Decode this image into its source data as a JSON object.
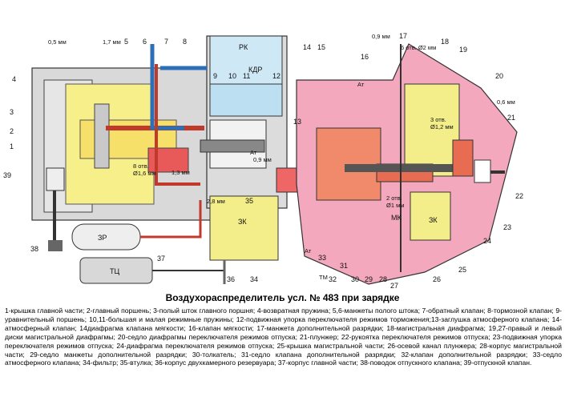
{
  "diagram": {
    "title": "Воздухораспределитель усл. № 483 при зарядке",
    "chamber_labels": {
      "pk": "РК",
      "kdr": "КДР",
      "zk_left": "ЗК",
      "zk_right": "ЗК",
      "mk": "МК",
      "zr": "ЗР",
      "tc": "ТЦ",
      "at_left": "Ат",
      "at_top": "Ат",
      "at_bottom": "Ат",
      "tm": "ТМ"
    },
    "dimension_labels": {
      "d_05mm": "0,5 мм",
      "d_17mm": "1,7 мм",
      "d_09mm_top": "0,9 мм",
      "d_09mm_left": "0,9 мм",
      "d_06mm": "0,6 мм",
      "d_13mm": "1,3 мм",
      "d_28mm": "2,8 мм",
      "holes_8_16": "8 отв.",
      "holes_8_16b": "Ø1,6 мм",
      "holes_6_2": "6 отв. Ø2 мм",
      "holes_3_12": "3 отв.",
      "holes_3_12b": "Ø1,2 мм",
      "holes_2_1": "2 отв.",
      "holes_2_1b": "Ø1 мм"
    },
    "callouts": [
      "1",
      "2",
      "3",
      "4",
      "5",
      "6",
      "7",
      "8",
      "9",
      "10",
      "11",
      "12",
      "13",
      "14",
      "15",
      "16",
      "17",
      "18",
      "19",
      "20",
      "21",
      "22",
      "23",
      "24",
      "25",
      "26",
      "27",
      "28",
      "29",
      "30",
      "31",
      "32",
      "33",
      "34",
      "35",
      "36",
      "37",
      "38",
      "39"
    ]
  },
  "legend_text": "1-крышка главной части; 2-главный поршень; 3-полый шток главного поршня; 4-возвратная пружина; 5,6-манжеты полого штока; 7-обратный клапан; 8-тормозной клапан; 9-уравнительный поршень; 10,11-большая и малая режимные пружины; 12-подвижная упорка переключателя режимов торможения;13-заглушка атмосферного клапана; 14-атмосферный клапан; 14диафрагма клапана мягкости; 16-клапан мягкости; 17-манжета дополнительной разрядки; 18-магистральная диафрагма; 19,27-правый и левый диски магистральной диафрагмы; 20-седло диафрагмы переключателя режимов отпуска; 21-плунжер; 22-рукоятка переключателя режимов отпуска; 23-подвижная упорка переключателя режимов отпуска; 24-диафрагма переключателя режимов отпуска; 25-крышка магистральной части; 26-осевой канал плунжера; 28-корпус магистральной части; 29-седло манжеты дополнительной разрядки; 30-толкатель; 31-седло клапана дополнительной разрядки; 32-клапан дополнительной разрядки; 33-седло атмосферного клапана; 34-фильтр; 35-втулка; 36-корпус двухкамерного резервуара; 37-корпус главной части; 38-поводок отпускного клапана; 39-отпускной клапан."
}
